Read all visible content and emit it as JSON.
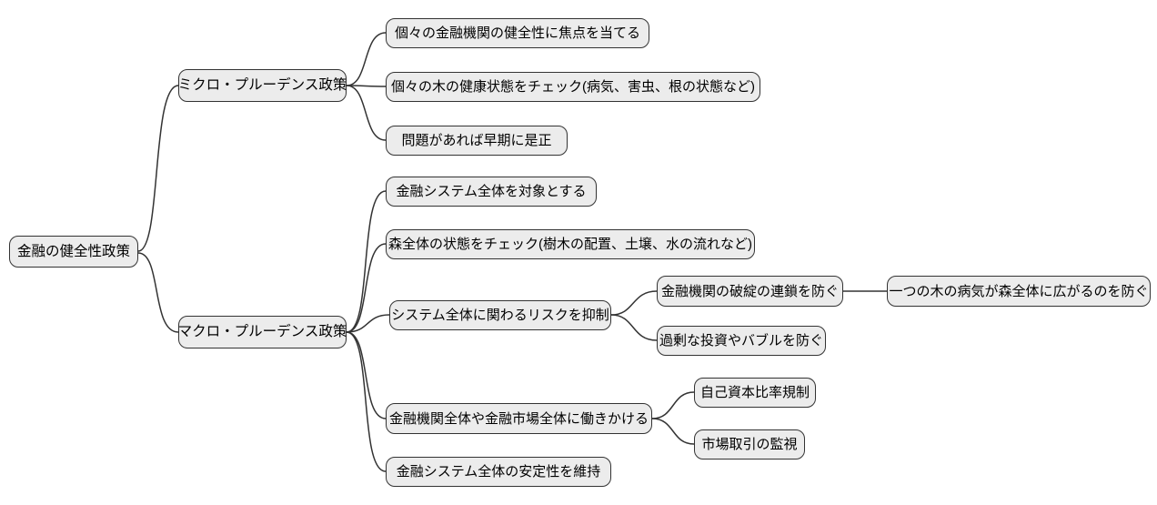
{
  "diagram": {
    "type": "mindmap",
    "orientation": "left-to-right",
    "title": "金融の健全性政策"
  },
  "colors": {
    "node_fill": "#ececec",
    "node_border": "#333333",
    "edge": "#333333",
    "text": "#000000",
    "background": "#ffffff"
  },
  "nodes": [
    {
      "id": "root",
      "level": 0,
      "label": "金融の健全性政策"
    },
    {
      "id": "micro",
      "level": 1,
      "label": "ミクロ・プルーデンス政策"
    },
    {
      "id": "m1",
      "level": 2,
      "label": "個々の金融機関の健全性に焦点を当てる"
    },
    {
      "id": "m2",
      "level": 2,
      "label": "個々の木の健康状態をチェック(病気、害虫、根の状態など)"
    },
    {
      "id": "m3",
      "level": 2,
      "label": "問題があれば早期に是正"
    },
    {
      "id": "macro",
      "level": 1,
      "label": "マクロ・プルーデンス政策"
    },
    {
      "id": "M1",
      "level": 2,
      "label": "金融システム全体を対象とする"
    },
    {
      "id": "M2",
      "level": 2,
      "label": "森全体の状態をチェック(樹木の配置、土壌、水の流れなど)"
    },
    {
      "id": "M3",
      "level": 2,
      "label": "システム全体に関わるリスクを抑制"
    },
    {
      "id": "M3a",
      "level": 3,
      "label": "金融機関の破綻の連鎖を防ぐ"
    },
    {
      "id": "M3a1",
      "level": 4,
      "label": "一つの木の病気が森全体に広がるのを防ぐ"
    },
    {
      "id": "M3b",
      "level": 3,
      "label": "過剰な投資やバブルを防ぐ"
    },
    {
      "id": "M4",
      "level": 2,
      "label": "金融機関全体や金融市場全体に働きかける"
    },
    {
      "id": "M4a",
      "level": 3,
      "label": "自己資本比率規制"
    },
    {
      "id": "M4b",
      "level": 3,
      "label": "市場取引の監視"
    },
    {
      "id": "M5",
      "level": 2,
      "label": "金融システム全体の安定性を維持"
    }
  ],
  "hierarchy": {
    "金融の健全性政策": {
      "ミクロ・プルーデンス政策": [
        "個々の金融機関の健全性に焦点を当てる",
        "個々の木の健康状態をチェック(病気、害虫、根の状態など)",
        "問題があれば早期に是正"
      ],
      "マクロ・プルーデンス政策": {
        "金融システム全体を対象とする": [],
        "森全体の状態をチェック(樹木の配置、土壌、水の流れなど)": [],
        "システム全体に関わるリスクを抑制": {
          "金融機関の破綻の連鎖を防ぐ": [
            "一つの木の病気が森全体に広がるのを防ぐ"
          ],
          "過剰な投資やバブルを防ぐ": []
        },
        "金融機関全体や金融市場全体に働きかける": {
          "自己資本比率規制": [],
          "市場取引の監視": []
        },
        "金融システム全体の安定性を維持": []
      }
    }
  }
}
